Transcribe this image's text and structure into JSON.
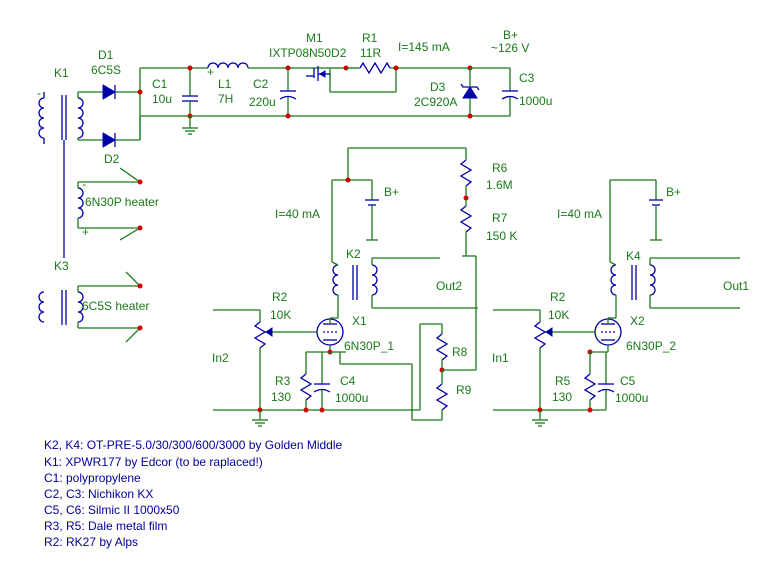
{
  "colors": {
    "wire": "#1a7a1a",
    "component": "#0000a8",
    "node": "#d40000",
    "text": "#1a7a1a",
    "notes": "#00009a"
  },
  "labels": {
    "D1": "D1",
    "D1v": "6C5S",
    "D2": "D2",
    "K1": "K1",
    "K3": "K3",
    "C1": "C1",
    "C1v": "10u",
    "L1": "L1",
    "L1v": "7H",
    "C2": "C2",
    "C2v": "220u",
    "M1": "M1",
    "M1v": "IXTP08N50D2",
    "R1": "R1",
    "R1v": "11R",
    "I1": "I=145 mA",
    "Bp": "B+",
    "Bv": "~126 V",
    "D3": "D3",
    "D3v": "2C920A",
    "C3": "C3",
    "C3v": "1000u",
    "heater1": "6N30P heater",
    "heater2": "6C5S heater",
    "R6": "R6",
    "R6v": "1.6M",
    "R7": "R7",
    "R7v": "150 K",
    "I2": "I=40 mA",
    "Bp2": "B+",
    "K2": "K2",
    "Out2": "Out2",
    "R2a": "R2",
    "R2av": "10K",
    "X1": "X1",
    "X1v": "6N30P_1",
    "In2": "In2",
    "R8": "R8",
    "R9": "R9",
    "R3": "R3",
    "R3v": "130",
    "C4": "C4",
    "C4v": "1000u",
    "I3": "I=40 mA",
    "Bp3": "B+",
    "K4": "K4",
    "Out1": "Out1",
    "R2b": "R2",
    "R2bv": "10K",
    "X2": "X2",
    "X2v": "6N30P_2",
    "In1": "In1",
    "R5": "R5",
    "R5v": "130",
    "C5": "C5",
    "C5v": "1000u",
    "minus": "-",
    "plus": "+"
  },
  "notes": [
    "K2, K4: OT-PRE-5.0/30/300/600/3000 by Golden Middle",
    "K1: XPWR177 by Edcor (to be raplaced!)",
    "C1: polypropylene",
    "C2, C3: Nichikon KX",
    "C5, C6: Silmic II 1000x50",
    "R3, R5: Dale metal film",
    "R2: RK27 by Alps"
  ]
}
